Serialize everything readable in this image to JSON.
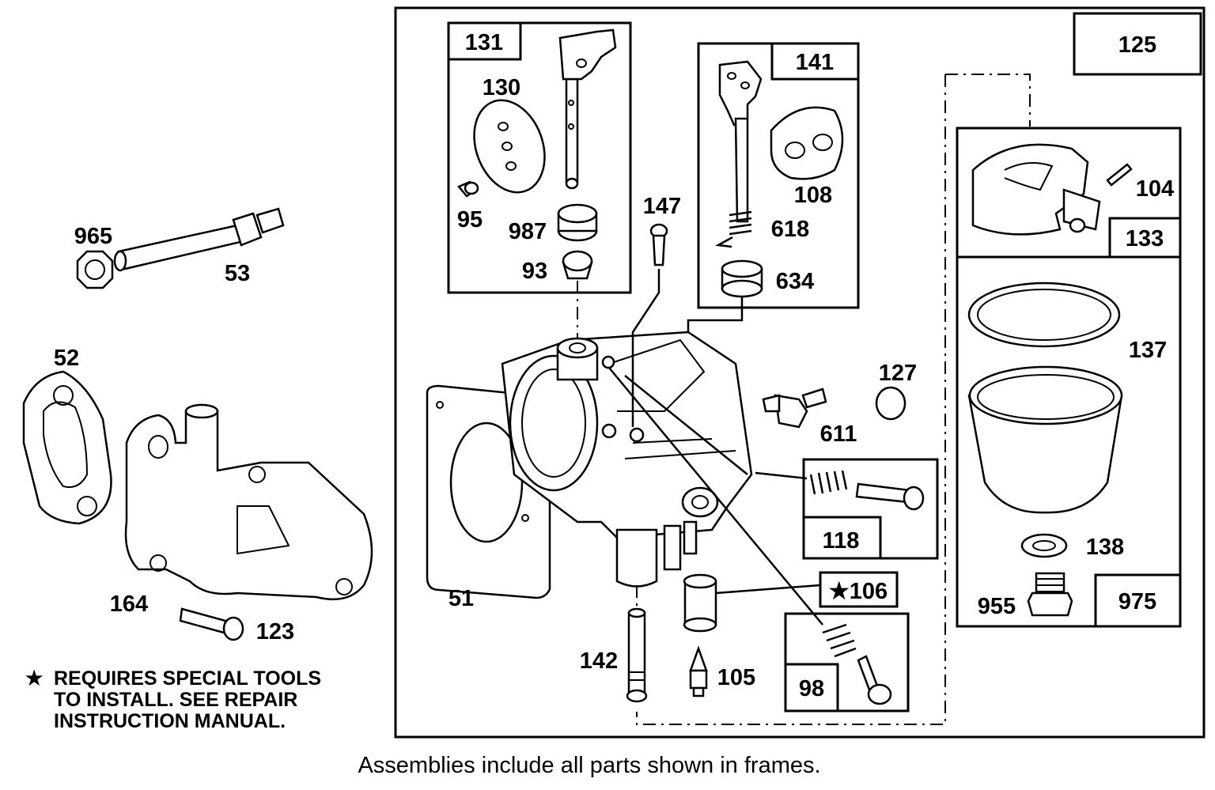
{
  "caption": "Assemblies include all parts shown in frames.",
  "note": {
    "star": "★",
    "lines": [
      "REQUIRES SPECIAL TOOLS",
      "TO INSTALL.  SEE REPAIR",
      "INSTRUCTION MANUAL."
    ]
  },
  "frame_labels": {
    "f125": "125",
    "f131": "131",
    "f141": "141",
    "f133": "133",
    "f975": "975",
    "f118": "118",
    "f106": "★106",
    "f98": "98"
  },
  "parts": {
    "p965": "965",
    "p53": "53",
    "p52": "52",
    "p164": "164",
    "p123": "123",
    "p51": "51",
    "p130": "130",
    "p95": "95",
    "p987": "987",
    "p93": "93",
    "p147": "147",
    "p108": "108",
    "p618": "618",
    "p634": "634",
    "p127": "127",
    "p611": "611",
    "p104": "104",
    "p137": "137",
    "p138": "138",
    "p955": "955",
    "p142": "142",
    "p105": "105"
  }
}
